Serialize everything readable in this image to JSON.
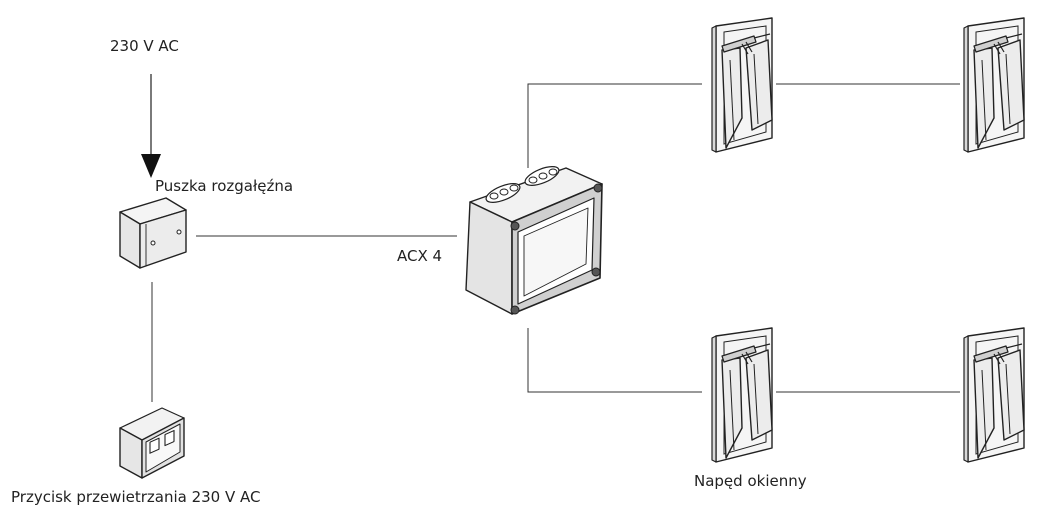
{
  "labels": {
    "power_in": "230 V AC",
    "junction_box": "Puszka rozgałęźna",
    "controller": "ACX 4",
    "vent_button": "Przycisk przewietrzania 230 V AC",
    "window_drive": "Napęd okienny"
  },
  "colors": {
    "line": "#222222",
    "wire": "#333333",
    "body_dark": "#dcdcdc",
    "body_light": "#f4f4f4"
  }
}
